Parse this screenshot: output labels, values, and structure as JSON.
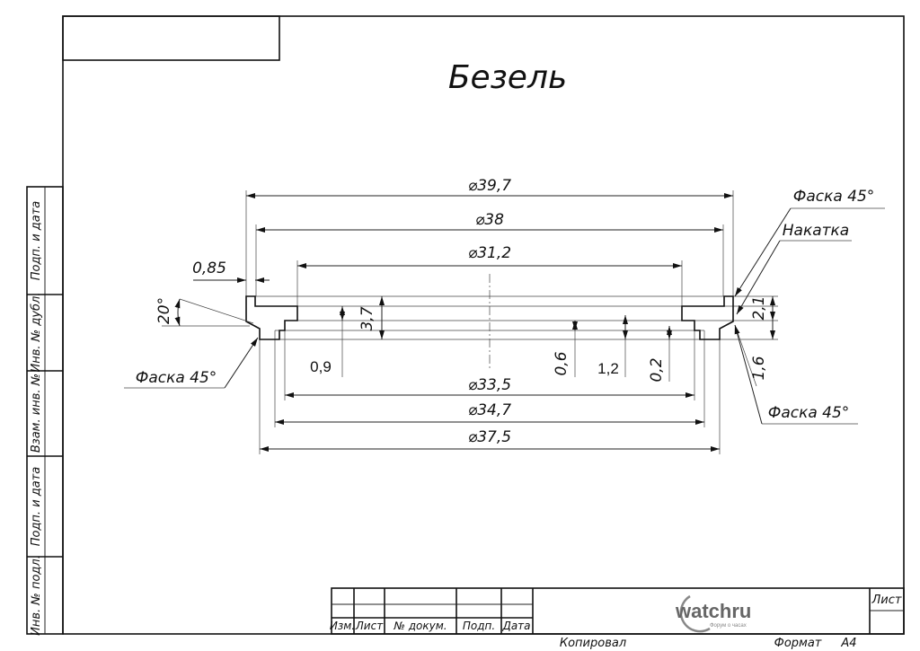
{
  "title": "Безель",
  "dimensions": {
    "d_39_7": "⌀39,7",
    "d_38": "⌀38",
    "d_31_2": "⌀31,2",
    "d_33_5": "⌀33,5",
    "d_34_7": "⌀34,7",
    "d_37_5": "⌀37,5",
    "w_0_85": "0,85",
    "angle_20": "20°",
    "h_3_7": "3,7",
    "h_0_9": "0,9",
    "h_0_6": "0,6",
    "h_1_2": "1,2",
    "h_0_2": "0,2",
    "h_2_1": "2,1",
    "h_1_6": "1,6"
  },
  "notes": {
    "chamfer_left": "Фаска 45°",
    "chamfer_right_top": "Фаска 45°",
    "knurl": "Накатка",
    "chamfer_right_bottom": "Фаска 45°"
  },
  "side_stamp": [
    "Подп. и дата",
    "Инв. № дубл.",
    "Взам. инв. №",
    "Подп. и дата",
    "Инв. № подл."
  ],
  "title_block": {
    "headers": [
      "Изм.",
      "Лист",
      "№ докум.",
      "Подп.",
      "Дата"
    ],
    "sheet_label": "Лист",
    "logo_text": "watchru",
    "logo_sub": "Форум о часах",
    "copied": "Копировал",
    "format_label": "Формат",
    "format_value": "A4"
  }
}
